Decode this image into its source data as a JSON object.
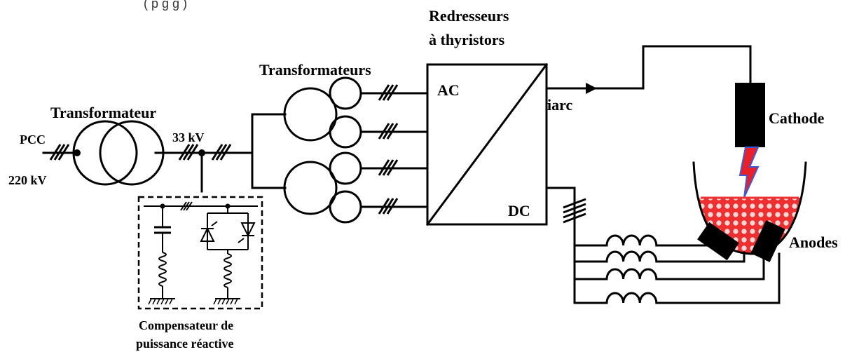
{
  "caption_fragment": "(                                                                    p                        g g                      )",
  "labels": {
    "pcc": "PCC",
    "v220": "220 kV",
    "transformateur": "Transformateur",
    "v33": "33 kV",
    "transformateurs": "Transformateurs",
    "redresseurs_line1": "Redresseurs",
    "redresseurs_line2": "à thyristors",
    "ac": "AC",
    "dc": "DC",
    "iarc": "iarc",
    "cathode": "Cathode",
    "anodes": "Anodes",
    "compensateur_line1": "Compensateur de",
    "compensateur_line2": "puissance  réactive"
  },
  "colors": {
    "line": "#000000",
    "arc": "#e8202a",
    "arc_outline": "#3a5bd8",
    "melt": "#f03030",
    "melt_bubble": "#ffd0d0"
  }
}
